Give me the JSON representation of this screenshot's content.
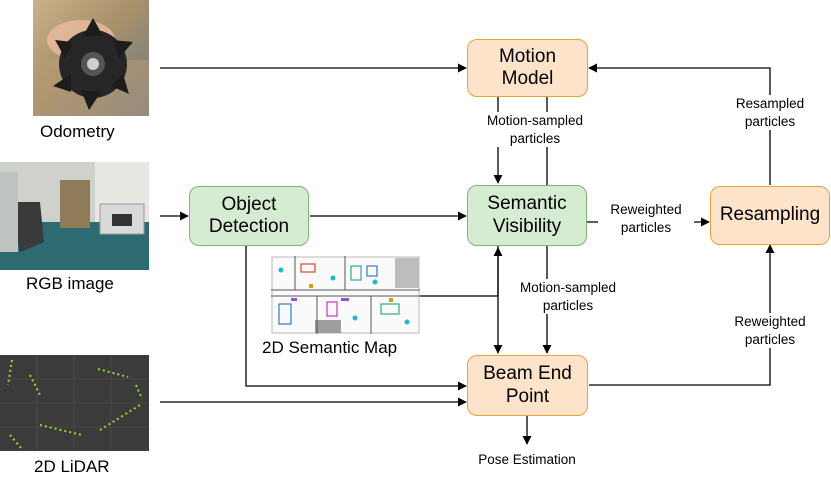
{
  "inputs": {
    "odometry": "Odometry",
    "rgb": "RGB image",
    "map": "2D Semantic Map",
    "lidar": "2D LiDAR"
  },
  "boxes": {
    "motion_model": [
      "Motion",
      "Model"
    ],
    "object_detection": [
      "Object",
      "Detection"
    ],
    "semantic_visibility": [
      "Semantic",
      "Visibility"
    ],
    "resampling": [
      "Resampling"
    ],
    "beam_end_point": [
      "Beam End",
      "Point"
    ]
  },
  "edge_labels": {
    "motion_sampled_top": [
      "Motion-sampled",
      "particles"
    ],
    "motion_sampled_mid": [
      "Motion-sampled",
      "particles"
    ],
    "reweighted_right": [
      "Reweighted",
      "particles"
    ],
    "resampled": [
      "Resampled",
      "particles"
    ],
    "reweighted_lower": [
      "Reweighted",
      "particles"
    ]
  },
  "output": "Pose Estimation",
  "colors": {
    "orange_fill": "#fde3c9",
    "orange_border": "#e8a33b",
    "green_fill": "#d6ecd2",
    "green_border": "#7cb86d"
  }
}
